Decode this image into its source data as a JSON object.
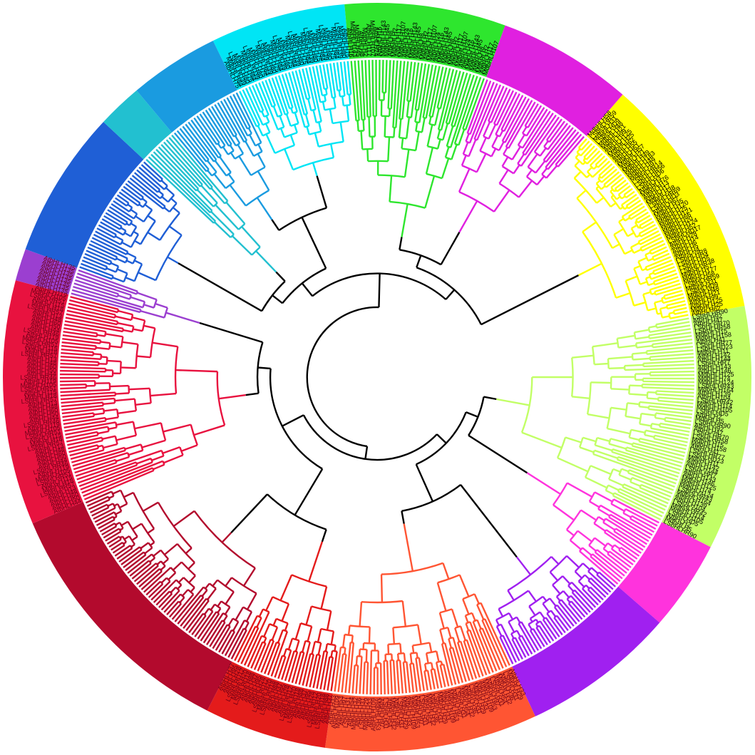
{
  "tree": {
    "clades": [
      {
        "id": "red",
        "color": "#e8123f",
        "labels": [
          "AtbHLH44",
          "AtbHLH50",
          "AtbHLH60",
          "AtbHLH48",
          "AtbHLH13",
          "LSbHLHR57",
          "MdbHLH18",
          "AtbHLH115",
          "LSbHLHR51",
          "MdbHLH105",
          "AtbHLH119",
          "LSbHLHR46"
        ]
      },
      {
        "id": "crimson",
        "color": "#b30a2d",
        "labels": []
      },
      {
        "id": "red-2",
        "color": "#e41b1b",
        "labels": [
          "AtbHLH37",
          "AtbHLH88",
          "LSbHLHD18",
          "MdbHLH20",
          "LSbHLHD12",
          "AtbHLH28",
          "AtbHLH95"
        ]
      },
      {
        "id": "orange",
        "color": "#ff5533",
        "labels": [
          "AtbHLH33",
          "MdbHLH29",
          "LSbHLH31",
          "AtbHLH36",
          "MdbHLH32",
          "AtbHLH54",
          "LSbHLH31",
          "AtbHLH97",
          "MdbHLH53",
          "AtbHLH109"
        ]
      },
      {
        "id": "purple",
        "color": "#a020f0",
        "labels": []
      },
      {
        "id": "magenta-2",
        "color": "#ff33dd",
        "labels": []
      },
      {
        "id": "yellow-green",
        "color": "#c2ff66",
        "labels": [
          "LSbHLHR90",
          "AtbHLH92",
          "AtbHLH47",
          "LSbHLHR70",
          "LSbHLHR58",
          "MdbHLH15",
          "MdbHLH158",
          "AtbHLH41",
          "LSbHLHR77",
          "LSbHLHD23",
          "MdbHLH11",
          "AtbHLH142",
          "AtbHLH144",
          "LSbHLHR7",
          "AtbHLH143",
          "AtbHLH146",
          "MdbHLH125",
          "MdbHLH74",
          "MdbHLH124",
          "LSbHLHR43",
          "MdbHLH164",
          "AtbHLH139",
          "AtbHLH104",
          "LSbHLHR42",
          "MdbHLH114",
          "MdbHLH105",
          "LSbHLHD5",
          "AtbHLH2",
          "MdbHLH5"
        ]
      },
      {
        "id": "yellow",
        "color": "#ffff00",
        "labels": [
          "MdbHLH58",
          "LSbHLHR59",
          "MdbHLH31",
          "LSbHLHD9",
          "MdbHLH48",
          "MdbHLH21",
          "AtbHLH99",
          "AtbHLH125",
          "MdbHLH25",
          "AtbHLH62",
          "AtbHLH55",
          "AtbHLH61",
          "MdbHLH57",
          "AtbHLH21",
          "MdbHLH49",
          "MdbHLH183",
          "MdbHLH48",
          "MdbHLH97",
          "LSbHLHR14",
          "LSbHLHR56",
          "LSbHLHD6",
          "AtbHLH3",
          "MdbHLH76",
          "AtbHLH13",
          "AtbHLH17",
          "MdbHLH38",
          "LSbHLHR69",
          "LSbHLHD3",
          "AtbHLH67",
          "MdbHLH35",
          "MdbHLH120",
          "MdbHLH25",
          "MdbHLH121",
          "MdbHLH66",
          "MdbHLH20",
          "MdbHLH124",
          "MdbHLH52",
          "LSbHLHD17",
          "AtbHLH28",
          "AtbHLH14",
          "AtbHLH6",
          "AtbHLH5",
          "AtbHLH4",
          "LSbHLHR8",
          "LSbHLHD4",
          "LSbHLHD5",
          "LSbHLHR38",
          "MdbHLH57",
          "MdbHLH177"
        ]
      },
      {
        "id": "magenta",
        "color": "#e020e0",
        "labels": []
      },
      {
        "id": "green",
        "color": "#2ee62e",
        "labels": [
          "AtbHLH16",
          "MdbHLH143",
          "MdbHLH45",
          "AtbHLH8",
          "MdbHLH2",
          "AtbHLH117",
          "MdbHLH107",
          "AtbHLH24"
        ]
      },
      {
        "id": "cyan",
        "color": "#00e5f5",
        "labels": [
          "AtbHLH75",
          "MdbHLH84",
          "LSbHLHD39",
          "MdbHLH80"
        ]
      },
      {
        "id": "sky",
        "color": "#1a9be0",
        "labels": []
      },
      {
        "id": "teal",
        "color": "#22c0d0",
        "labels": []
      },
      {
        "id": "blue",
        "color": "#1f5fd6",
        "labels": []
      },
      {
        "id": "violet",
        "color": "#9b3fd0",
        "labels": [
          "AtbHLH135"
        ]
      },
      {
        "id": "pink",
        "color": "#ee55ee",
        "labels": []
      }
    ],
    "backbone_color": "#000000"
  }
}
